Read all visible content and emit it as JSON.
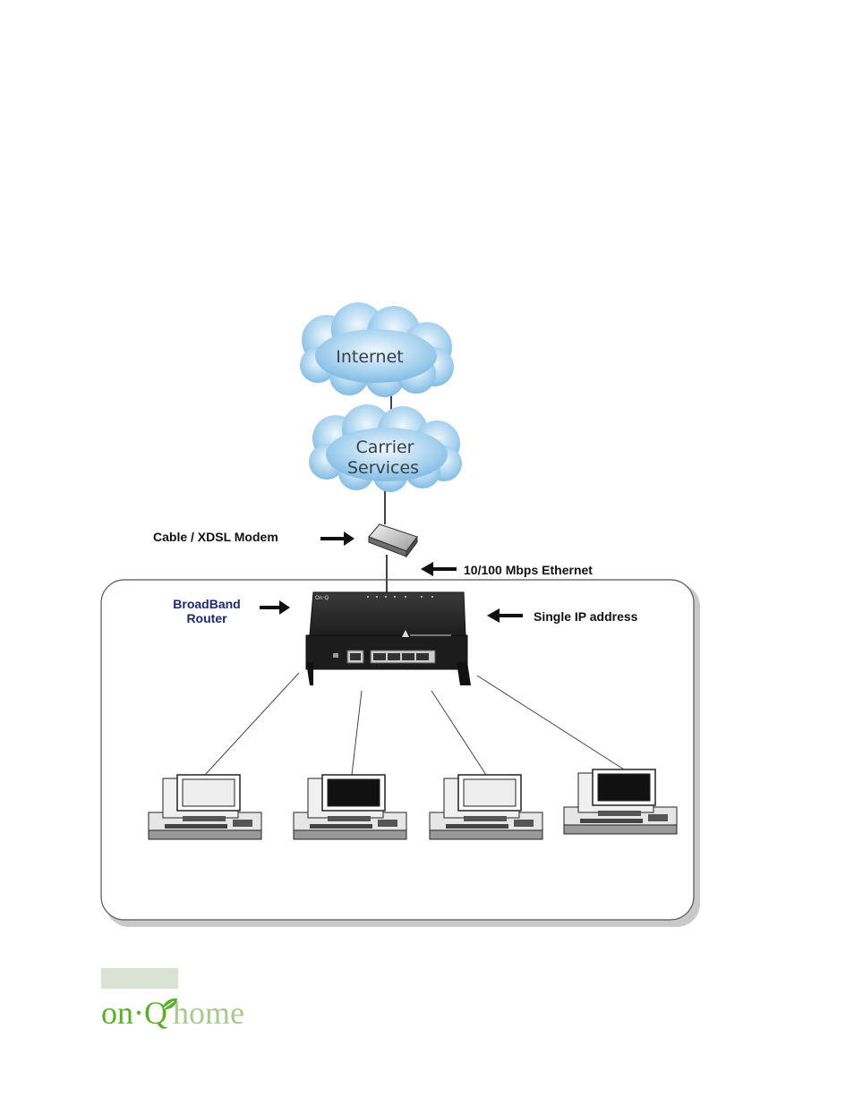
{
  "diagram": {
    "clouds": {
      "internet": "Internet",
      "carrier_line1": "Carrier",
      "carrier_line2": "Services"
    },
    "labels": {
      "modem": "Cable / XDSL Modem",
      "ethernet": "10/100 Mbps Ethernet",
      "router_line1": "BroadBand",
      "router_line2": "Router",
      "single_ip": "Single IP address"
    }
  },
  "footer": {
    "logo_onq": "on·Q",
    "logo_home": "home"
  },
  "colors": {
    "cloud": "#8fc3e8",
    "router_body": "#2a2a2a",
    "brand_green": "#5cae2e",
    "brand_light": "#a8c98c",
    "router_label": "#1a2a6c"
  }
}
